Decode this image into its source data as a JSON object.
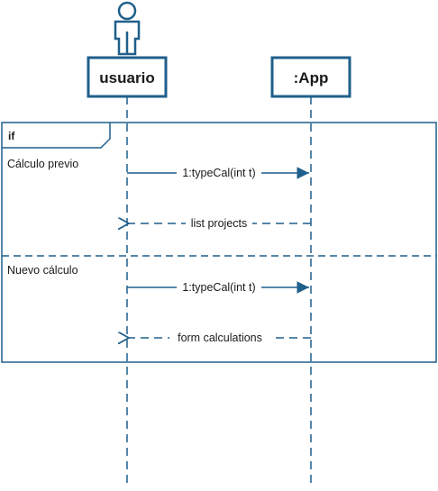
{
  "colors": {
    "stroke": "#1f5f8b",
    "text": "#1a1a1a",
    "background": "#ffffff"
  },
  "actor": {
    "icon": "stick-figure-icon",
    "label": "usuario"
  },
  "object": {
    "label": ":App"
  },
  "fragment": {
    "operator": "if",
    "guards": [
      "Cálculo previo",
      "Nuevo cálculo"
    ]
  },
  "messages": [
    {
      "label": "1:typeCal(int t)",
      "kind": "call"
    },
    {
      "label": "list projects",
      "kind": "return"
    },
    {
      "label": "1:typeCal(int t)",
      "kind": "call"
    },
    {
      "label": "form calculations",
      "kind": "return"
    }
  ]
}
